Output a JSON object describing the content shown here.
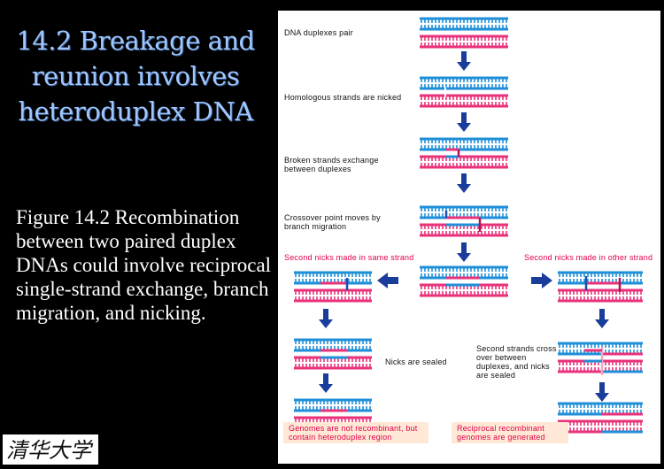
{
  "slide": {
    "title": "14.2 Breakage and reunion involves heteroduplex DNA",
    "caption": "Figure 14.2 Recombination between two paired duplex DNAs could involve reciprocal single-strand exchange, branch migration, and nicking."
  },
  "diagram": {
    "steps": {
      "pair": "DNA duplexes pair",
      "nick": "Homologous strands are nicked",
      "exchange": "Broken strands exchange between duplexes",
      "migrate": "Crossover point moves by branch migration"
    },
    "left_branch": {
      "heading": "Second nicks made in same strand",
      "sealed": "Nicks are sealed",
      "outcome": "Genomes are not recombinant, but contain heteroduplex region"
    },
    "right_branch": {
      "heading": "Second nicks made in other strand",
      "sealed": "Second strands cross over between duplexes, and nicks are sealed",
      "outcome": "Reciprocal recombinant genomes are generated"
    }
  },
  "colors": {
    "slide_background": "#000000",
    "title_text": "#9fc6ff",
    "blue_strand": "#1f8fd8",
    "pink_strand": "#e8327a",
    "arrow": "#1a3d9c",
    "heading_red": "#e0004a",
    "outcome_box": "#ffe9d6"
  },
  "logo": {
    "text": "清华大学"
  }
}
